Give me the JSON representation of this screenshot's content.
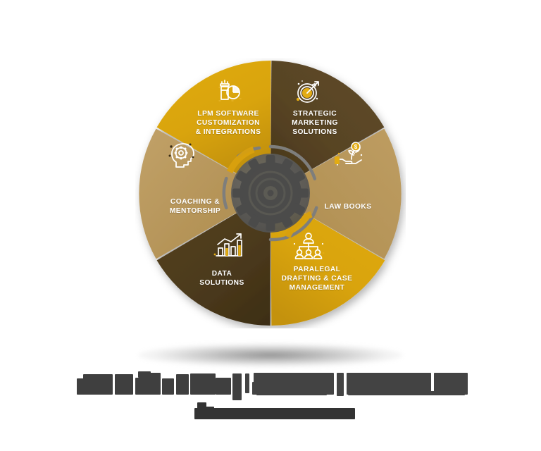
{
  "page": {
    "background_color": "#ffffff",
    "type": "circular-infographic"
  },
  "wheel": {
    "center_hub": {
      "icon": "gear-icon",
      "hub_color": "#5a5a5a",
      "ring_color": "#7a7a7a",
      "arc_accent_color": "#d9a00e"
    },
    "segments": [
      {
        "id": "lpm-software-customization-integrations",
        "label": "LPM SOFTWARE\nCUSTOMIZATION\n& INTEGRATIONS",
        "icon": "briefcase-chart-icon",
        "color": "#d9a40e",
        "position": "top-left"
      },
      {
        "id": "strategic-marketing-solutions",
        "label": "STRATEGIC\nMARKETING\nSOLUTIONS",
        "icon": "target-arrow-icon",
        "color": "#584424",
        "position": "top-right"
      },
      {
        "id": "law-books",
        "label": "LAW BOOKS",
        "icon": "hand-coin-plant-icon",
        "color": "#b59458",
        "position": "right"
      },
      {
        "id": "paralegal-drafting-case-management",
        "label": "PARALEGAL\nDRAFTING & CASE\nMANAGEMENT",
        "icon": "team-hierarchy-icon",
        "color": "#d9a40e",
        "position": "bottom-right"
      },
      {
        "id": "data-solutions",
        "label": "DATA\nSOLUTIONS",
        "icon": "bar-chart-growth-icon",
        "color": "#4c3a1c",
        "position": "bottom-left"
      },
      {
        "id": "coaching-mentorship",
        "label": "COACHING &\nMENTORSHIP",
        "icon": "head-gear-icon",
        "color": "#b59458",
        "position": "left"
      }
    ]
  },
  "headline": {
    "state": "redacted",
    "color": "#3f3f3f",
    "line1": "",
    "line2": ""
  }
}
